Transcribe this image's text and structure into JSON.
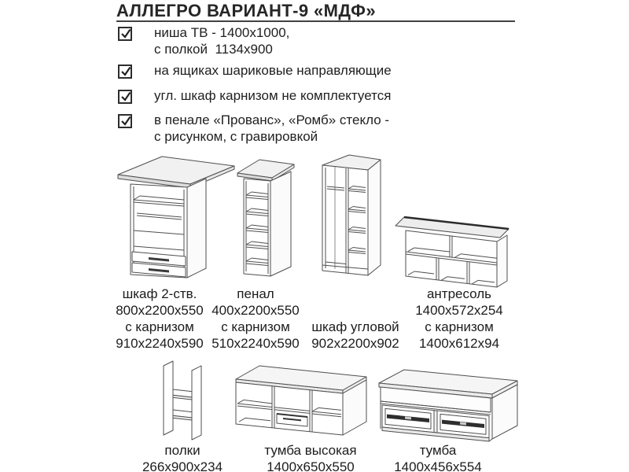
{
  "title": "АЛЛЕГРО ВАРИАНТ-9 «МДФ»",
  "colors": {
    "ink": "#1c1c1c",
    "line_art": "#4f4f4f",
    "rule": "#424242"
  },
  "features": [
    {
      "state": "checked",
      "line1": "ниша ТВ - 1400х1000,",
      "line2": "с полкой  1134х900"
    },
    {
      "state": "checked",
      "line1": "на ящиках шариковые направляющие",
      "line2": ""
    },
    {
      "state": "checked",
      "line1": "угл. шкаф карнизом не комплектуется",
      "line2": ""
    },
    {
      "state": "checked",
      "line1": "в пенале «Прованс», «Ромб» стекло -",
      "line2": "с рисунком, с гравировкой"
    }
  ],
  "furniture": [
    {
      "id": "wardrobe-2-door",
      "lines": [
        "шкаф 2-ств.",
        "800х2200х550",
        "с карнизом",
        "910х2240х590"
      ]
    },
    {
      "id": "penal",
      "lines": [
        "пенал",
        "400х2200х550",
        "с карнизом",
        "510х2240х590"
      ]
    },
    {
      "id": "corner-wardrobe",
      "lines": [
        "шкаф угловой",
        "902х2200х902"
      ]
    },
    {
      "id": "antresol",
      "lines": [
        "антресоль",
        "1400х572х254",
        "с карнизом",
        "1400х612х94"
      ]
    },
    {
      "id": "shelves",
      "lines": [
        "полки",
        "266х900х234"
      ]
    },
    {
      "id": "tumba-high",
      "lines": [
        "тумба высокая",
        "1400х650х550"
      ]
    },
    {
      "id": "tumba",
      "lines": [
        "тумба",
        "1400х456х554"
      ]
    }
  ]
}
